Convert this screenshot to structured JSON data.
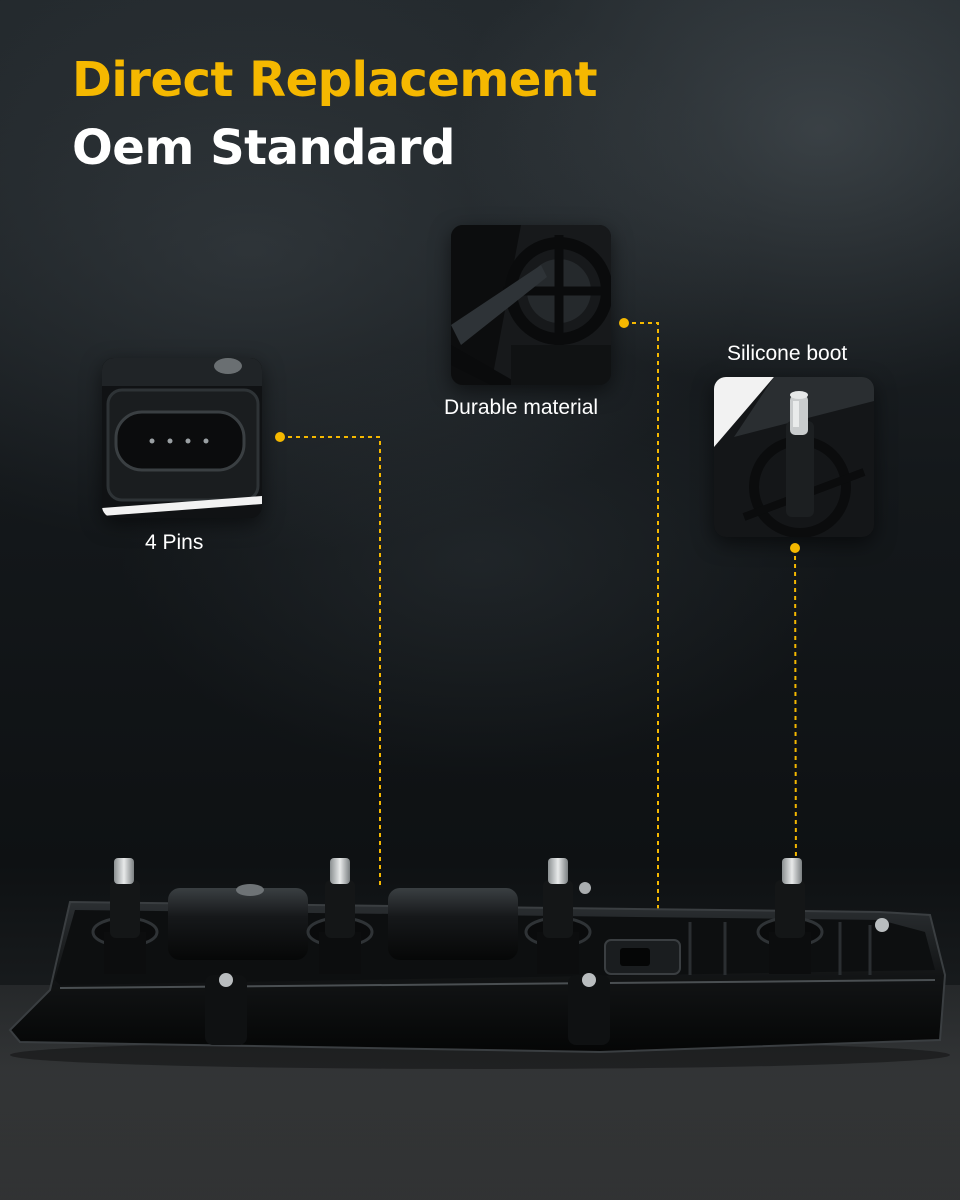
{
  "headline": {
    "line1": "Direct Replacement",
    "line2": "Oem Standard"
  },
  "callouts": {
    "pins": {
      "label": "4 Pins"
    },
    "material": {
      "label": "Durable material"
    },
    "boot": {
      "label": "Silicone boot"
    }
  },
  "colors": {
    "accent": "#f5b800",
    "text": "#ffffff",
    "background": "#111416"
  }
}
